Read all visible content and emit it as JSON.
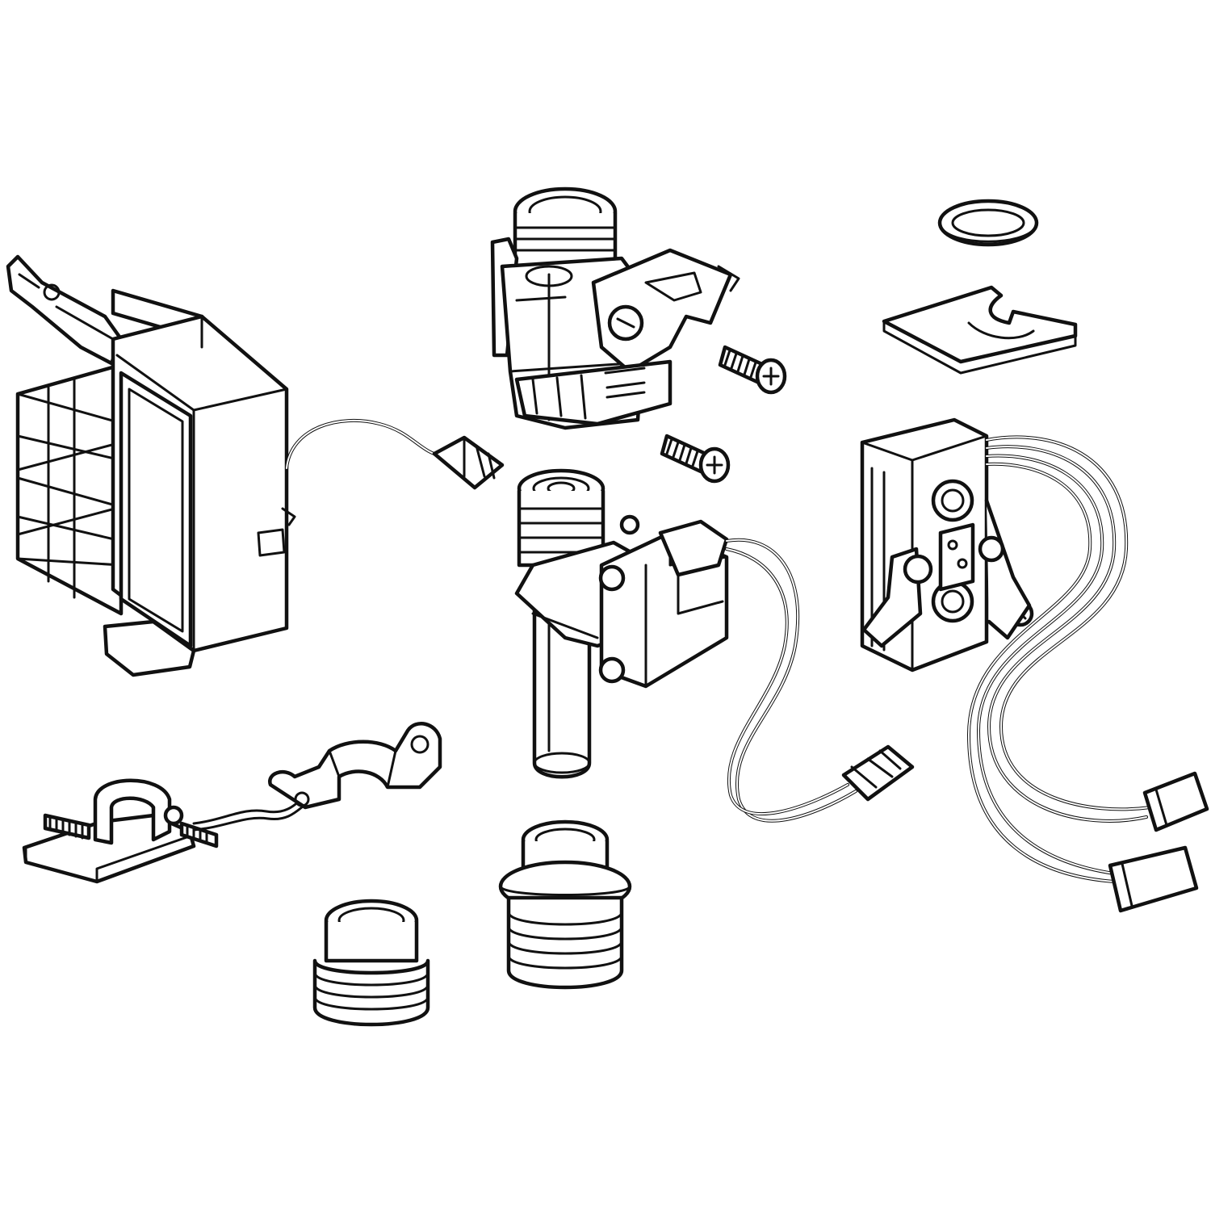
{
  "parts": [
    "sensor-housing-with-cable",
    "valve-body",
    "fastening-screw",
    "fastening-screw",
    "seal-ring",
    "retaining-clip",
    "solenoid-valve-with-cable",
    "electronics-module-with-cables",
    "pipe-clamp-bracket",
    "threaded-adapter",
    "connection-nipple"
  ],
  "colors": {
    "line": "#111111",
    "fill": "#ffffff"
  }
}
